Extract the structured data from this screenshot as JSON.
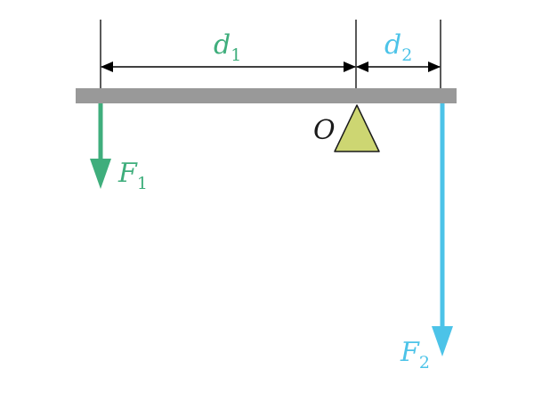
{
  "diagram": {
    "beam_color": "#999999",
    "fulcrum_fill": "#cdd672",
    "fulcrum_stroke": "#1a1a1a",
    "dimension_color": "#000000",
    "labels": {
      "d1": {
        "main": "d",
        "sub": "1",
        "color": "#3fae7c"
      },
      "d2": {
        "main": "d",
        "sub": "2",
        "color": "#4cc3e8"
      },
      "pivot": {
        "main": "O",
        "color": "#1a1a1a"
      },
      "F1": {
        "main": "F",
        "sub": "1",
        "color": "#3fae7c"
      },
      "F2": {
        "main": "F",
        "sub": "2",
        "color": "#4cc3e8"
      }
    },
    "forces": {
      "F1_color": "#3fae7c",
      "F2_color": "#4cc3e8"
    }
  }
}
